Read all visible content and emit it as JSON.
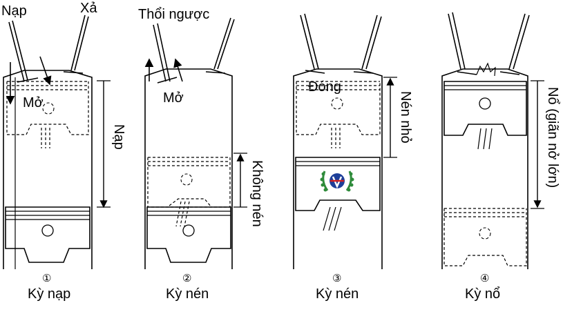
{
  "panels": [
    {
      "number": "①",
      "caption": "Kỳ nạp",
      "intake_label": "Nạp",
      "exhaust_label": "Xả",
      "valve_state_label": "Mở",
      "stroke_label": "Nạp"
    },
    {
      "number": "②",
      "caption": "Kỳ nén",
      "blowback_label": "Thổi ngược",
      "valve_state_label": "Mở",
      "stroke_label": "Không nén"
    },
    {
      "number": "③",
      "caption": "Kỳ nén",
      "valve_state_label": "Đóng",
      "stroke_label": "Nén nhỏ"
    },
    {
      "number": "④",
      "caption": "Kỳ nổ",
      "stroke_label": "Nổ (giãn nở lớn)"
    }
  ],
  "colors": {
    "line": "#000000",
    "emblem_green": "#2e8b3a",
    "emblem_blue": "#1d3f99",
    "emblem_red": "#d32020"
  }
}
